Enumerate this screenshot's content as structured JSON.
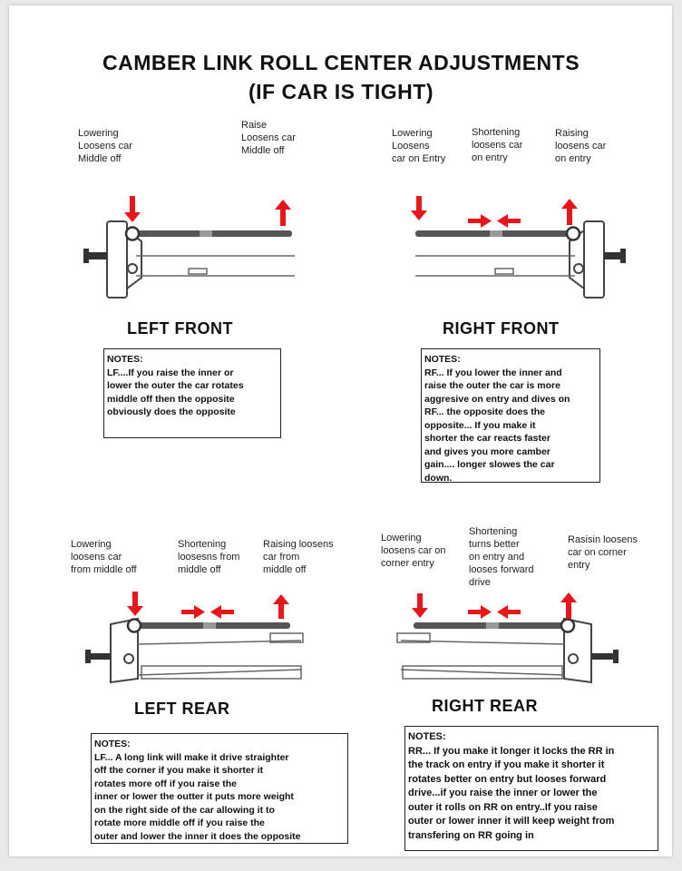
{
  "title": {
    "line1": "CAMBER LINK ROLL CENTER ADJUSTMENTS",
    "line2": "(IF CAR IS TIGHT)"
  },
  "colors": {
    "arrow": "#e8161b",
    "ink": "#111111",
    "part": "#555555"
  },
  "left_front": {
    "section": "LEFT FRONT",
    "label_lower": "Lowering\nLoosens car\nMiddle off",
    "label_raise": "Raise\nLoosens car\nMiddle off",
    "notes_header": "NOTES:",
    "notes_body": "LF....If you raise the inner or\nlower the  outer the car rotates\nmiddle off then the opposite\nobviously does the opposite"
  },
  "right_front": {
    "section": "RIGHT FRONT",
    "label_lower": "Lowering\nLoosens\ncar on Entry",
    "label_shorten": "Shortening\nloosens car\non entry",
    "label_raise": "Raising\nloosens car\non entry",
    "notes_header": "NOTES:",
    "notes_body": "RF... If you lower the inner and\nraise the outer the car is more\naggresive on entry and dives on\nRF... the opposite does the\nopposite... If you make it\nshorter the car reacts faster\nand gives you more camber\ngain.... longer slowes the car\n down."
  },
  "left_rear": {
    "section": "LEFT REAR",
    "label_lower": "Lowering\nloosens car\nfrom middle off",
    "label_shorten": "Shortening\nloosesns from\nmiddle off",
    "label_raise": "Raising loosens\ncar from\n middle off",
    "notes_header": "NOTES:",
    "notes_body": "LF... A long link will make it drive straighter\noff the corner if you make it shorter it\nrotates more off if you raise the\ninner or lower the outter it puts more weight\non the right side of the car allowing it to\nrotate more middle off  if you raise the\nouter and lower the inner it does the opposite"
  },
  "right_rear": {
    "section": "RIGHT REAR",
    "label_lower": "Lowering\nloosens car on\ncorner entry",
    "label_shorten": "Shortening\nturns better\non entry and\nlooses forward\n drive",
    "label_raise": "Rasisin loosens\ncar on corner\nentry",
    "notes_header": "NOTES:",
    "notes_body": "RR... If you make it longer it locks the RR in\nthe track on entry if you make it shorter it\nrotates better on entry but looses forward\ndrive...if you raise the inner or lower the\nouter it rolls on RR on entry..If you raise\nouter  or lower inner it will keep weight from\ntransfering on RR going in"
  }
}
